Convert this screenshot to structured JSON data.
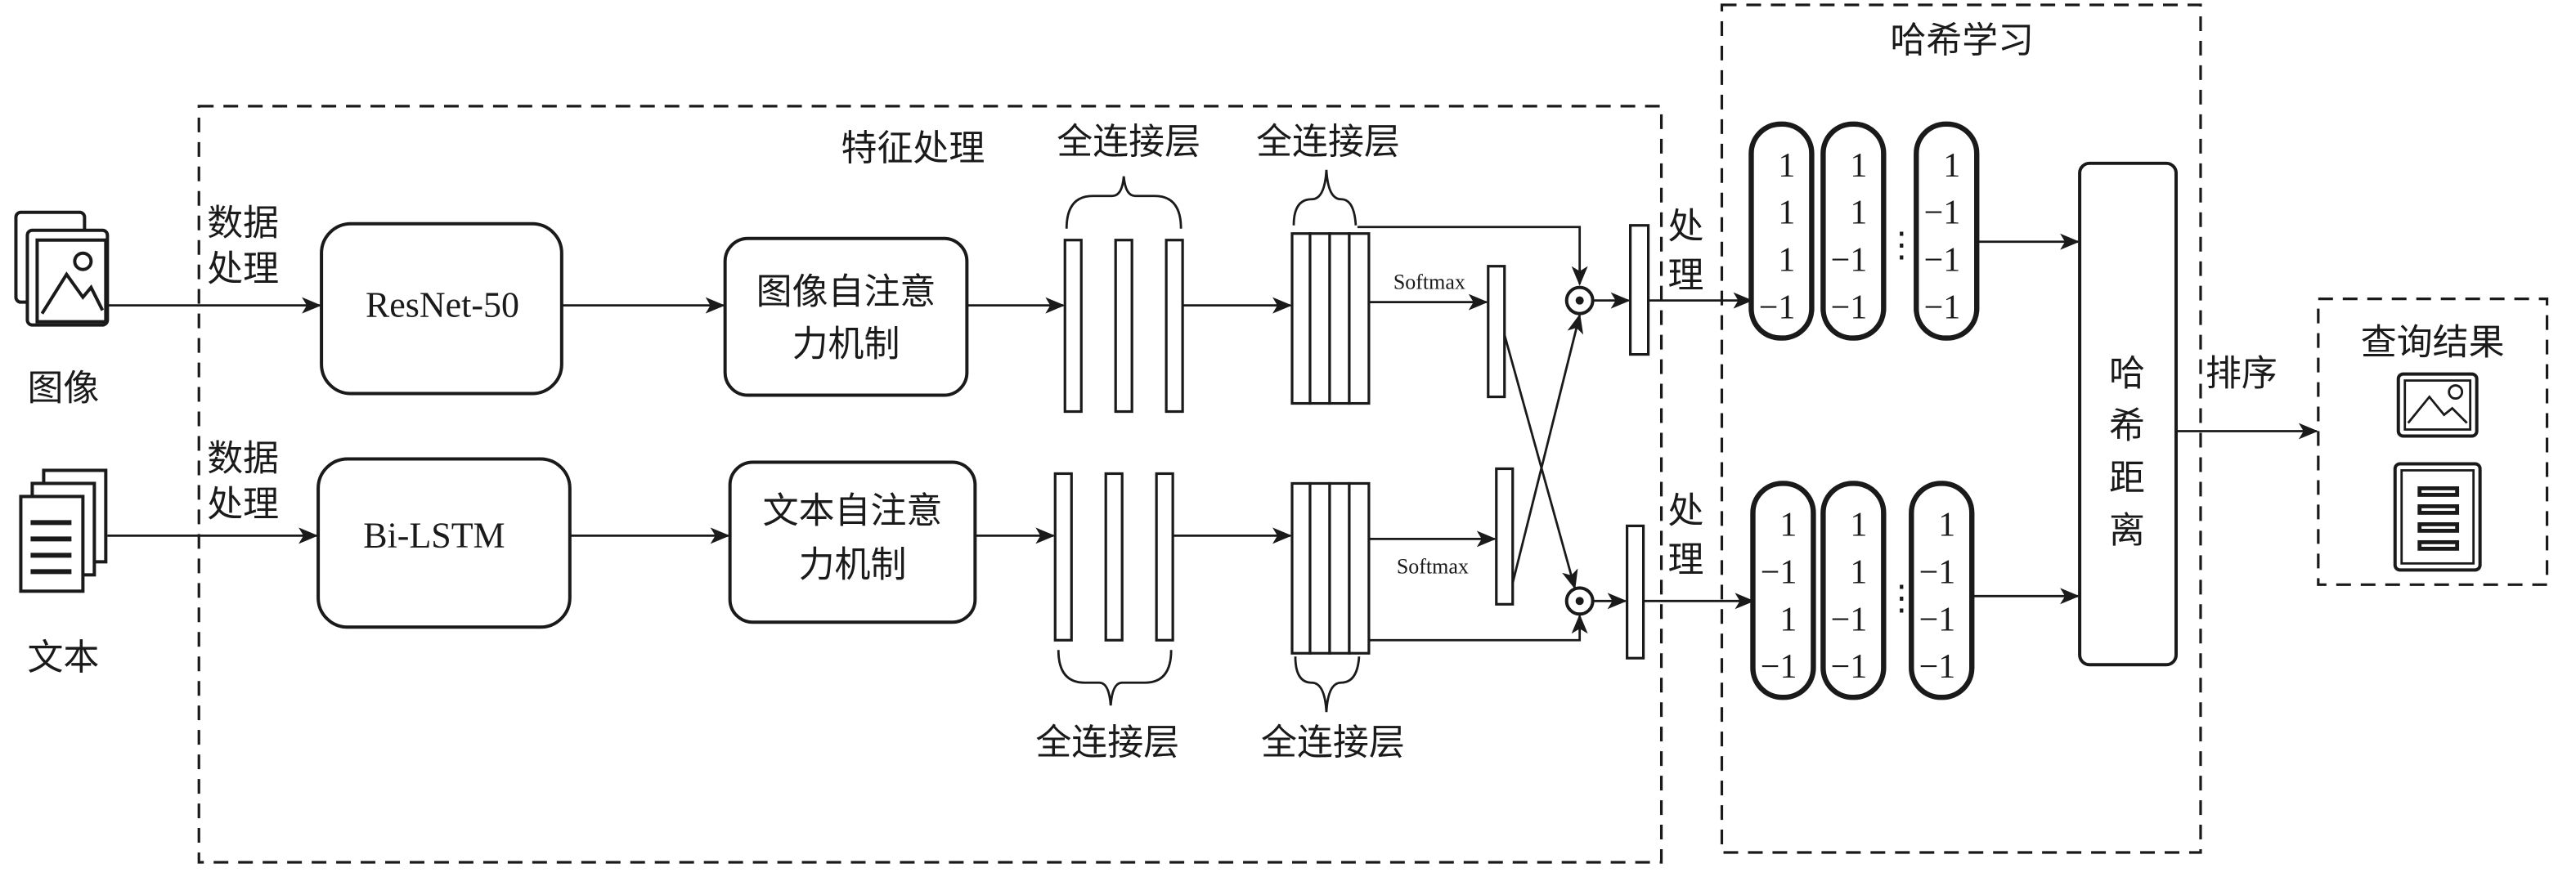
{
  "inputs": {
    "image_label": "图像",
    "text_label": "文本"
  },
  "data_processing": {
    "line1": "数据",
    "line2": "处理"
  },
  "feature": {
    "title": "特征处理",
    "resnet": "ResNet-50",
    "bilstm": "Bi-LSTM",
    "image_attention": {
      "line1": "图像自注意",
      "line2": "力机制"
    },
    "text_attention": {
      "line1": "文本自注意",
      "line2": "力机制"
    },
    "fc_label": "全连接层",
    "softmax": "Softmax"
  },
  "hash": {
    "title": "哈希学习",
    "process": {
      "line1": "处",
      "line2": "理"
    },
    "ellipsis": "⋮",
    "top_codes": [
      [
        "1",
        "1",
        "1",
        "−1"
      ],
      [
        "1",
        "1",
        "−1",
        "−1"
      ],
      [
        "1",
        "−1",
        "−1",
        "−1"
      ]
    ],
    "bottom_codes": [
      [
        "1",
        "−1",
        "1",
        "−1"
      ],
      [
        "1",
        "1",
        "−1",
        "−1"
      ],
      [
        "1",
        "−1",
        "−1",
        "−1"
      ]
    ],
    "distance": [
      "哈",
      "希",
      "距",
      "离"
    ]
  },
  "sort_label": "排序",
  "results": {
    "title": "查询结果"
  }
}
